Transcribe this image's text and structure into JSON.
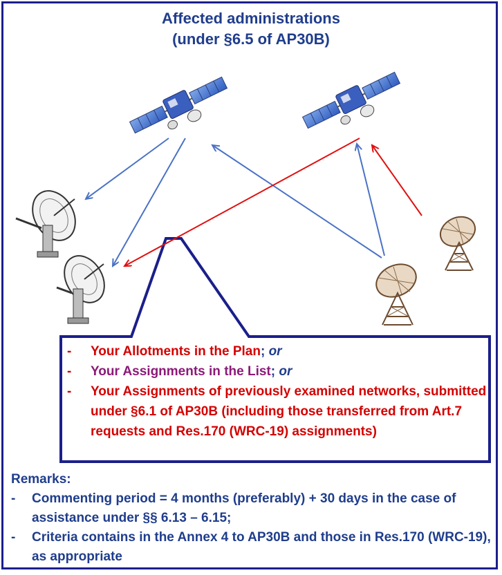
{
  "title": {
    "line1": "Affected administrations",
    "line2": "(under §6.5 of AP30B)"
  },
  "icons": [
    "satellite-icon",
    "satellite-icon",
    "dish-antenna-icon",
    "dish-antenna-icon",
    "radio-telescope-icon",
    "radio-telescope-icon"
  ],
  "colors": {
    "blue": "#4a72c4",
    "red": "#e01010",
    "frame": "#1b1f8a",
    "text_blue": "#1f3d8c",
    "text_red": "#d40000",
    "text_purple": "#8b1a78"
  },
  "callout": {
    "items": [
      {
        "main": "Your Allotments in the Plan",
        "suffix": "; ",
        "tail": "or"
      },
      {
        "main": "Your Assignments in the List",
        "suffix": "; ",
        "tail": "or"
      },
      {
        "main": "Your Assignments of previously examined networks, submitted under §6.1 of AP30B (including those transferred from Art.7 requests and Res.170 (WRC-19) assignments)"
      }
    ],
    "dash": "-"
  },
  "remarks": {
    "heading": "Remarks:",
    "items": [
      "Commenting period = 4 months (preferably) + 30 days in the case of assistance under §§ 6.13 – 6.15;",
      "Criteria contains in the Annex 4 to AP30B and those in Res.170 (WRC-19), as appropriate"
    ],
    "dash": "-"
  }
}
